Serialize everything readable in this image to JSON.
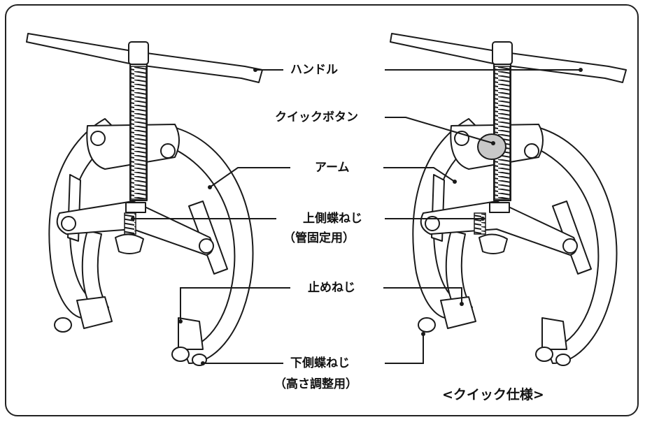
{
  "labels": {
    "handle": "ハンドル",
    "quick_button": "クイックボタン",
    "arm": "アーム",
    "upper_wing_screw": "上側蝶ねじ",
    "upper_wing_screw_note": "（管固定用）",
    "set_screw": "止めねじ",
    "lower_wing_screw": "下側蝶ねじ",
    "lower_wing_screw_note": "（高さ調整用）"
  },
  "caption": "<クイック仕様>",
  "colors": {
    "line": "#1a1a1a",
    "metal": "#ffffff",
    "button": "#c8c8c8"
  }
}
